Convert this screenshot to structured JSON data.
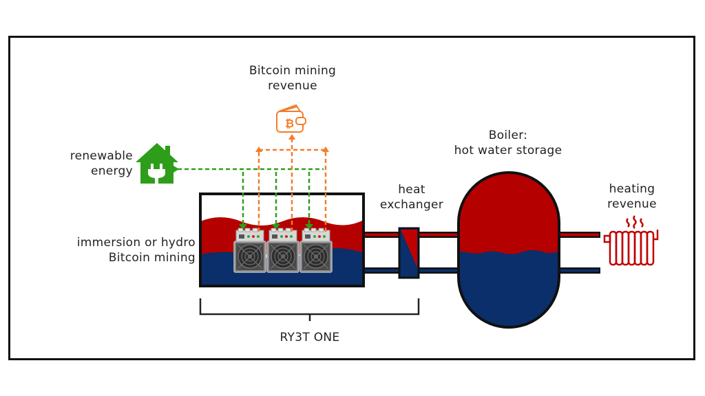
{
  "diagram": {
    "title_labels": {
      "mining_revenue": [
        "Bitcoin mining",
        "revenue"
      ],
      "renewable_energy": [
        "renewable",
        "energy"
      ],
      "boiler": [
        "Boiler:",
        "hot water storage"
      ],
      "heat_exchanger": [
        "heat",
        "exchanger"
      ],
      "heating_revenue": [
        "heating",
        "revenue"
      ],
      "immersion_mining": [
        "immersion or hydro",
        "Bitcoin mining"
      ],
      "product": "RY3T ONE"
    },
    "components": {
      "miners_count": 3,
      "wallet_icon": "bitcoin-wallet-icon",
      "energy_icon": "house-plug-icon",
      "heater_icon": "radiator-icon"
    },
    "flows": [
      {
        "from": "renewable energy",
        "to": "miners",
        "style": "dashed",
        "color": "#2e9e1a"
      },
      {
        "from": "miners",
        "to": "Bitcoin mining revenue",
        "style": "dashed",
        "color": "#f47c2a"
      },
      {
        "from": "mining tank",
        "to": "heat exchanger",
        "style": "pipe"
      },
      {
        "from": "heat exchanger",
        "to": "boiler",
        "style": "pipe"
      },
      {
        "from": "boiler",
        "to": "heating revenue",
        "style": "pipe"
      }
    ],
    "colors": {
      "hot": "#c00000",
      "cold": "#0a2f6b",
      "energy": "#2e9e1a",
      "revenue": "#f47c2a",
      "outline": "#111111"
    }
  }
}
